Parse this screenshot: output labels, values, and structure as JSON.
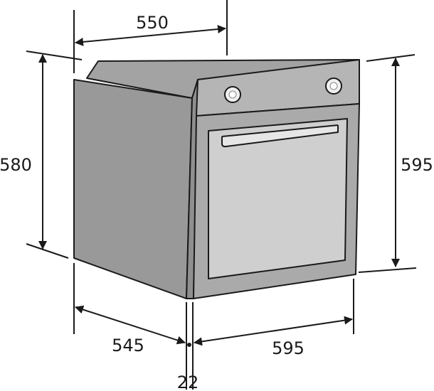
{
  "dimensions": {
    "top_depth": "550",
    "left_height": "580",
    "right_height": "595",
    "bottom_depth": "545",
    "bottom_width": "595",
    "front_panel": "22"
  },
  "colors": {
    "line": "#1a1a1a",
    "oven_side": "#999999",
    "oven_top": "#a3a3a3",
    "oven_front": "#aaaaaa",
    "control_panel": "#b5b5b5",
    "window": "#cfcfcf",
    "knob": "#f0f0f0"
  }
}
